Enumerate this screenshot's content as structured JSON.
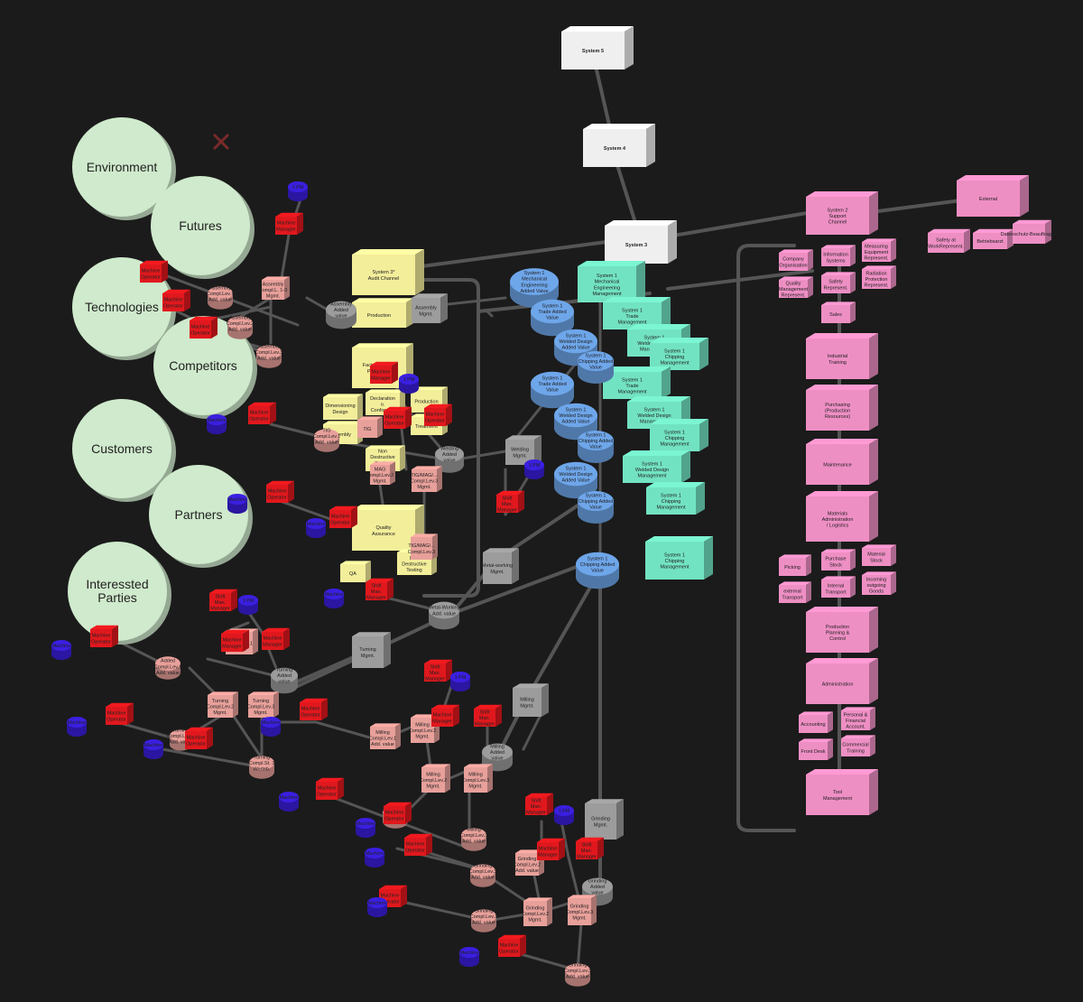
{
  "environment": [
    "Environment",
    "Futures",
    "Technologies",
    "Competitors",
    "Customers",
    "Partners",
    "Interessted Parties"
  ],
  "systems": {
    "s5": "System 5",
    "s4": "System 4",
    "s3": "System 3",
    "s3star": "System 3*",
    "s3star_sub": "Audit Channel",
    "s2": "System 2",
    "s2_sub": "Support Channel",
    "external": "External"
  },
  "external_items": [
    "Safety at WorkRepresent.",
    "Betriebsarzt",
    "Datenschutz-Beauftragter"
  ],
  "support": {
    "company_org": "Company Organisation",
    "info_sys": "Information Systems",
    "measuring": "Measuring Equipment Represent.",
    "quality_mgmt": "Quality Management Represent.",
    "safety_rep": "Safety Represent.",
    "radiation": "Radiation Protection Represent.",
    "sales": "Sales",
    "industrial_training": "Industrial Training",
    "purchasing": "Purchasing (Production Resources)",
    "maintenance": "Maintenance",
    "materials": "Materials Administration / Logistics",
    "picking": "Picking",
    "purchase_stock": "Purchase Stock",
    "material_stock": "Material Stock",
    "external_transport": "external Transport",
    "internal_transport": "Internal Transport",
    "incoming_goods": "Incoming outgoing Goods",
    "production_planning": "Production Planning & Control",
    "administration": "Administration",
    "accounting": "Accounting",
    "personal_financial": "Personal & Financial Account.",
    "front_desk": "Front Desk",
    "commercial_training": "Commercial Training",
    "tool_mgmt": "Tool Management"
  },
  "ops": {
    "mech_eng": "Mechanical Engineering Management",
    "trade_mgmt": "Trade Management",
    "welded_design": "Welded Design Management",
    "chipping_mgmt": "Chipping Management",
    "system1": "System 1",
    "mech_added": "Mechanical Engineering Added Value",
    "trade_added": "Trade Added Value",
    "welded_added": "Welded Design Added Value",
    "chipping_added": "Chipping Added Value",
    "welding_mgmt": "Welding Mgmt.",
    "welding_added": "Welding Added value",
    "metalworking_mgmt": "Metal-working Mgmt.",
    "metalworking_added": "Metal-Working Add. value",
    "turning_mgmt": "Turning Mgmt.",
    "turning_added": "Turning Added value",
    "milling_mgmt": "Milling Mgmt.",
    "milling_added": "Milling Added value",
    "grinding_mgmt": "Grinding Mgmt.",
    "grinding_added": "Grinding Added value",
    "assembly_mgmt": "Assembly Mgmt.",
    "assembly_added": "Assembly Added value"
  },
  "assembly": {
    "assembly_1": "Assembly",
    "assembly_1_sub": "Compl.L. 1-3 Mgmt.",
    "assembly_2": "Assembly",
    "assembly_2_sub": "Compl.Lev.1 Add. value",
    "assembly_3": "Assembly",
    "assembly_3_sub": "Compl.Lev.2 Add. value",
    "assembly_4": "Assembly",
    "assembly_4_sub": "Compl.Lev.3 Add. value"
  },
  "yellow": {
    "production": "Production",
    "factory_owned": "Factory-owned Production",
    "dimensioning": "Dimensioning Design",
    "declaration": "Declaration o. Conformity",
    "production2": "Production",
    "assembly": "Assembly",
    "treatment": "Treatment",
    "non_destructive_sup": "Non Destructive Testing Supervisor",
    "quality": "Quality Assurance",
    "qa": "QA",
    "non_destructive": "Non Destructive Testing"
  },
  "pink_ops": {
    "tig": "TIG",
    "tig_sub": "Compl.Lev.1 Add. value",
    "tig2": "TIG",
    "mag": "MAG",
    "mag_sub": "Compl.Lev.2 Mgmt.",
    "tigmag": "TIG/MAG/...",
    "tigmag_sub": "Compl.Lev.3 Mgmt.",
    "tigmag2": "TIG/MAG/...",
    "tigmag2_sub": "Compl.Lev.3",
    "turning_added_1": "Turning Added",
    "turning_added_1_sub": "Compl.Lev.1 Add. value",
    "turning_1": "Turning",
    "turning_1_sub": "Compl.Lev.1 Mgmt.",
    "turning_2": "Turning",
    "turning_2_sub": "Compl.Lev.2 Mgmt.",
    "turning_3": "Turning",
    "turning_3_sub": "Compl.Lev.3 Mgmt.",
    "turning_c1": "Turning",
    "turning_c1_sub": "Compl.Lev.2 Add. value",
    "turning_c2": "Turning",
    "turning_c2_sub": "Compl.St. 3 Werteb.",
    "milling_1": "Milling",
    "milling_1_sub": "Compl.Lev.1 Add. value",
    "milling_2": "Milling",
    "milling_2_sub": "Compl.Lev.2 Mgmt.",
    "milling_3": "Milling",
    "milling_3_sub": "Compl.Lev.2 Mgmt.",
    "milling_4": "Milling",
    "milling_4_sub": "Compl.Lev.3 Mgmt.",
    "milling_c": "Milling",
    "milling_c_sub": "Compl.Lev.2 Add. value",
    "milling_c2": "Milling",
    "milling_c2_sub": "Compl.Lev.3 Add. value",
    "grinding_1": "Grinding",
    "grinding_1_sub": "Compl.Lev.1 Add. value",
    "grinding_2": "Grinding",
    "grinding_2_sub": "Compl.Lev.2 Mgmt.",
    "grinding_3": "Grinding",
    "grinding_3_sub": "Compl.Lev.3 Mgmt.",
    "grinding_c": "Grinding",
    "grinding_c_sub": "Compl.Lev.2 Add. value",
    "grinding_c2": "Grinding",
    "grinding_c2_sub": "Compl.Lev.3 Add. value"
  },
  "machine_labels": {
    "machine": "Machine",
    "machine_operator": "Machine Operator",
    "machine_manager": "Machine Manager",
    "shift_manager": "Shift Man. Manager",
    "lead_1pm": "1 PM",
    "lead_2pm": "1 PM"
  },
  "colors": {
    "background": "#1b1b1b",
    "environment": "#cfeacc",
    "system_white": "#f0efef",
    "yellow": "#f3ee9a",
    "blue": "#6ea6ea",
    "teal": "#72e3c2",
    "gray": "#9c9c9c",
    "red": "#e0181d",
    "salmon": "#e8a09a",
    "violet": "#3a1fe0",
    "pink": "#ee8fc4",
    "cross": "#7a2a2a"
  }
}
